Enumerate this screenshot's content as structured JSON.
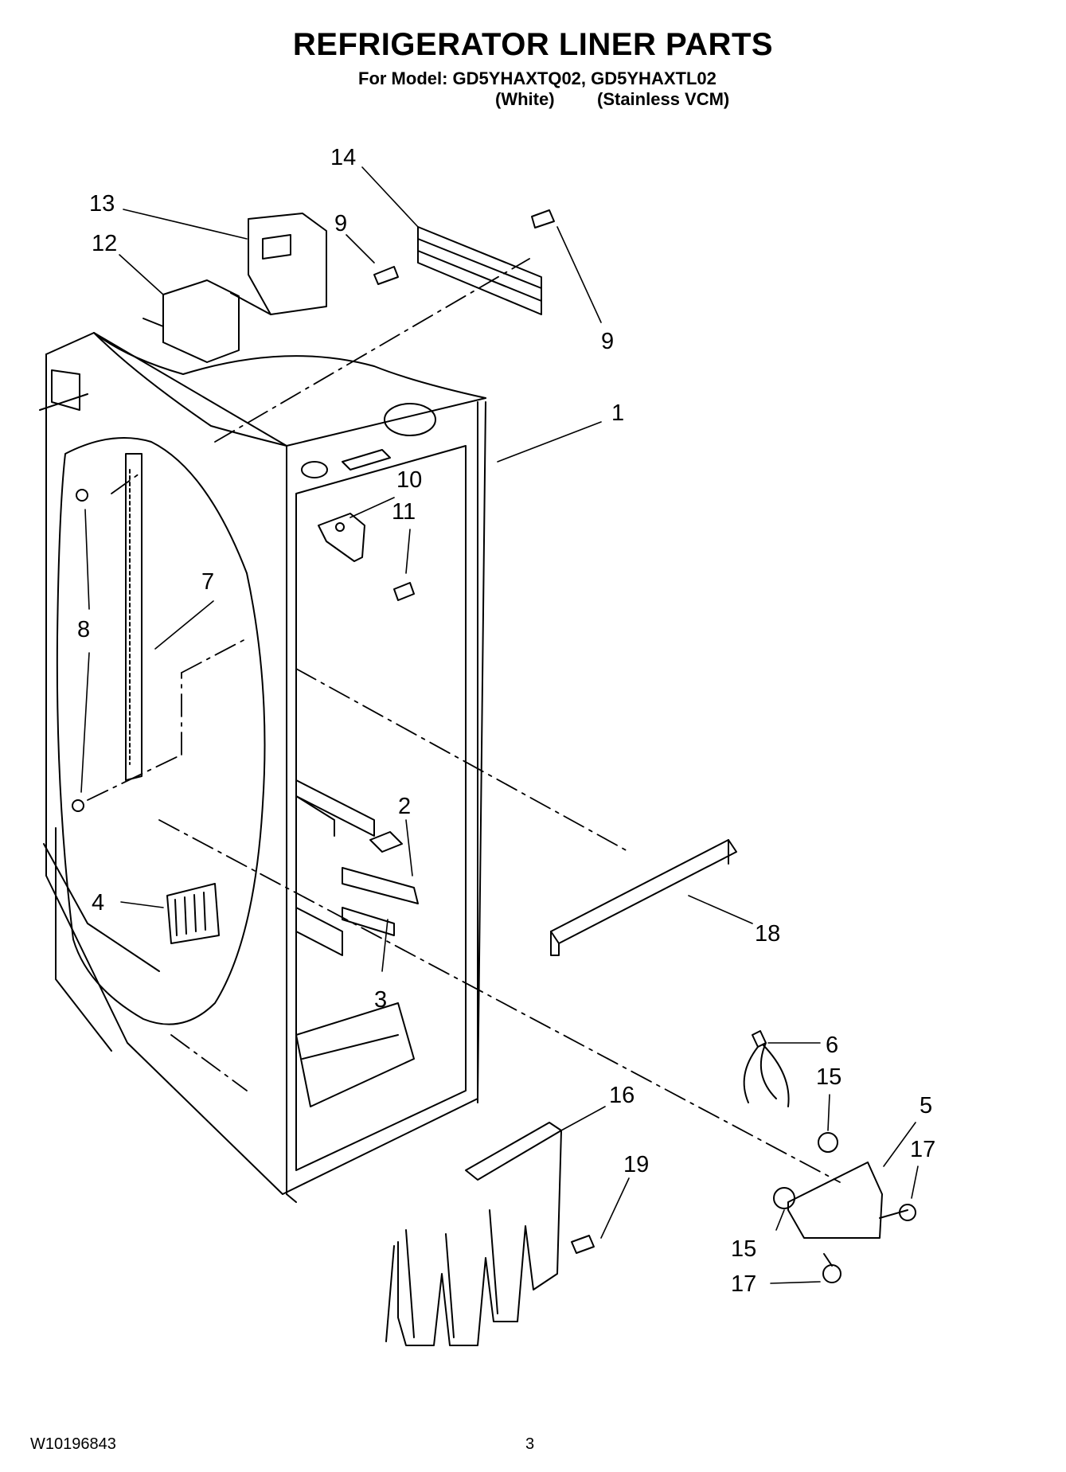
{
  "header": {
    "title": "REFRIGERATOR LINER PARTS",
    "subtitle": "For Model: GD5YHAXTQ02, GD5YHAXTL02",
    "variant_white": "(White)",
    "variant_stainless": "(Stainless VCM)"
  },
  "callouts": [
    "14",
    "13",
    "9",
    "12",
    "9",
    "1",
    "10",
    "11",
    "7",
    "8",
    "2",
    "4",
    "18",
    "3",
    "6",
    "15",
    "16",
    "5",
    "17",
    "19",
    "15",
    "17"
  ],
  "footer": {
    "doc_number": "W10196843",
    "page_number": "3"
  }
}
